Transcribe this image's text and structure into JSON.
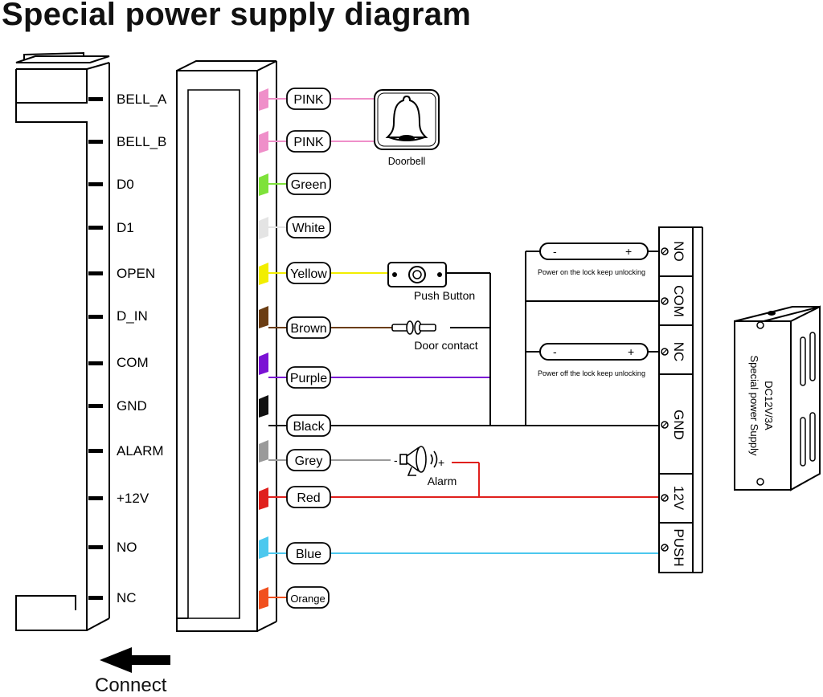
{
  "title": "Special power supply diagram",
  "connect_label": "Connect",
  "pins": [
    {
      "label": "BELL_A",
      "color_name": "PINK",
      "hex": "#ef8fc9",
      "wire": true
    },
    {
      "label": "BELL_B",
      "color_name": "PINK",
      "hex": "#ef8fc9",
      "wire": true
    },
    {
      "label": "D0",
      "color_name": "Green",
      "hex": "#7ee23a",
      "wire": false
    },
    {
      "label": "D1",
      "color_name": "White",
      "hex": "#e4e4e4",
      "wire": false
    },
    {
      "label": "OPEN",
      "color_name": "Yellow",
      "hex": "#f2ee00",
      "wire": true
    },
    {
      "label": "D_IN",
      "color_name": "Brown",
      "hex": "#6b3d13",
      "wire": true
    },
    {
      "label": "COM",
      "color_name": "Purple",
      "hex": "#7b12d4",
      "wire": true
    },
    {
      "label": "GND",
      "color_name": "Black",
      "hex": "#111111",
      "wire": true
    },
    {
      "label": "ALARM",
      "color_name": "Grey",
      "hex": "#9a9a9a",
      "wire": true
    },
    {
      "label": "+12V",
      "color_name": "Red",
      "hex": "#e0201d",
      "wire": true
    },
    {
      "label": "NO",
      "color_name": "Blue",
      "hex": "#4cc8ee",
      "wire": true
    },
    {
      "label": "NC",
      "color_name": "Orange",
      "hex": "#f1501e",
      "wire": false
    }
  ],
  "devices": {
    "doorbell": "Doorbell",
    "push_button": "Push Button",
    "door_contact": "Door contact",
    "alarm": "Alarm",
    "alarm_minus": "-",
    "alarm_plus": "+"
  },
  "lock_no": {
    "note": "Power on the lock keep unlocking",
    "minus": "-",
    "plus": "+"
  },
  "lock_nc": {
    "note": "Power off the lock keep unlocking",
    "minus": "-",
    "plus": "+"
  },
  "terminal_labels": [
    "NO",
    "COM",
    "NC",
    "GND",
    "12V",
    "PUSH"
  ],
  "power_supply": {
    "line1": "DC12V/3A",
    "line2": "Special power Supply"
  }
}
